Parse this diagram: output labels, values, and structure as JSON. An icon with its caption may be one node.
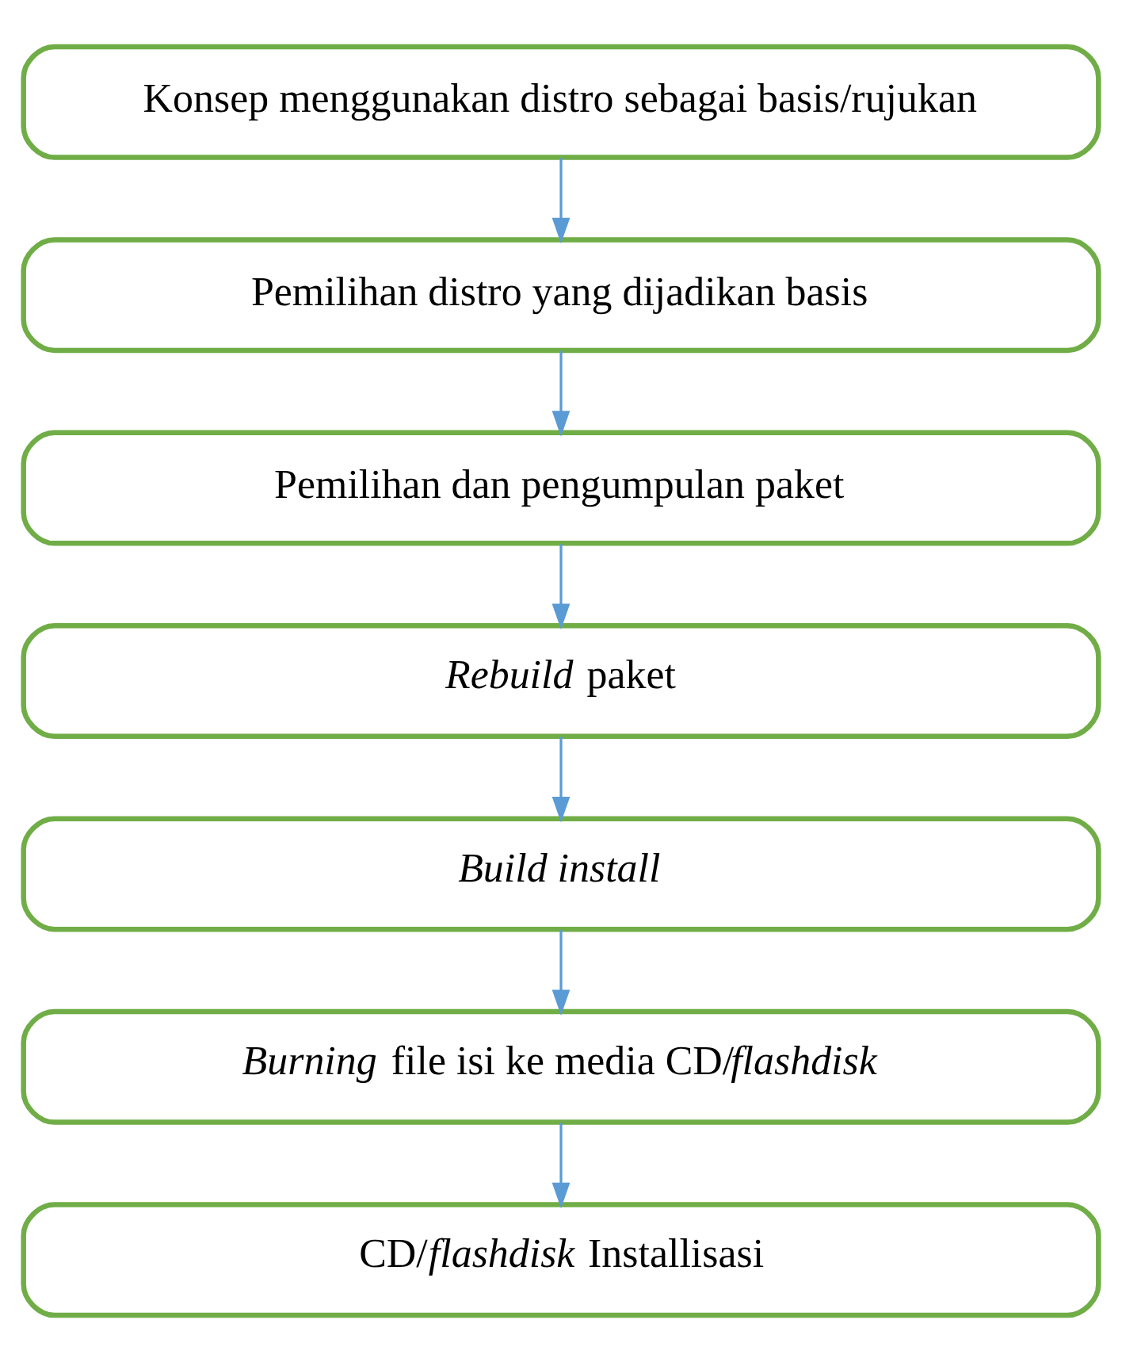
{
  "diagram": {
    "nodes": [
      {
        "text": [
          "Konsep menggunakan distro sebagai basis/rujukan"
        ]
      },
      {
        "text": [
          "Pemilihan distro yang dijadikan basis"
        ]
      },
      {
        "text": [
          "Pemilihan dan pengumpulan paket"
        ]
      },
      {
        "text": [
          "*Rebuild* paket"
        ]
      },
      {
        "text": [
          "*Build install*"
        ]
      },
      {
        "text": [
          "*Burning* file isi ke media CD/*flashdisk*"
        ]
      },
      {
        "text": [
          "CD/*flashdisk* Installisasi"
        ]
      }
    ],
    "edges": [
      {
        "from": 0,
        "to": 1,
        "arrow": "to"
      },
      {
        "from": 1,
        "to": 2,
        "arrow": "to"
      },
      {
        "from": 2,
        "to": 3,
        "arrow": "to"
      },
      {
        "from": 3,
        "to": 4,
        "arrow": "to"
      },
      {
        "from": 4,
        "to": 5,
        "arrow": "to"
      },
      {
        "from": 5,
        "to": 6,
        "arrow": "to"
      }
    ]
  }
}
